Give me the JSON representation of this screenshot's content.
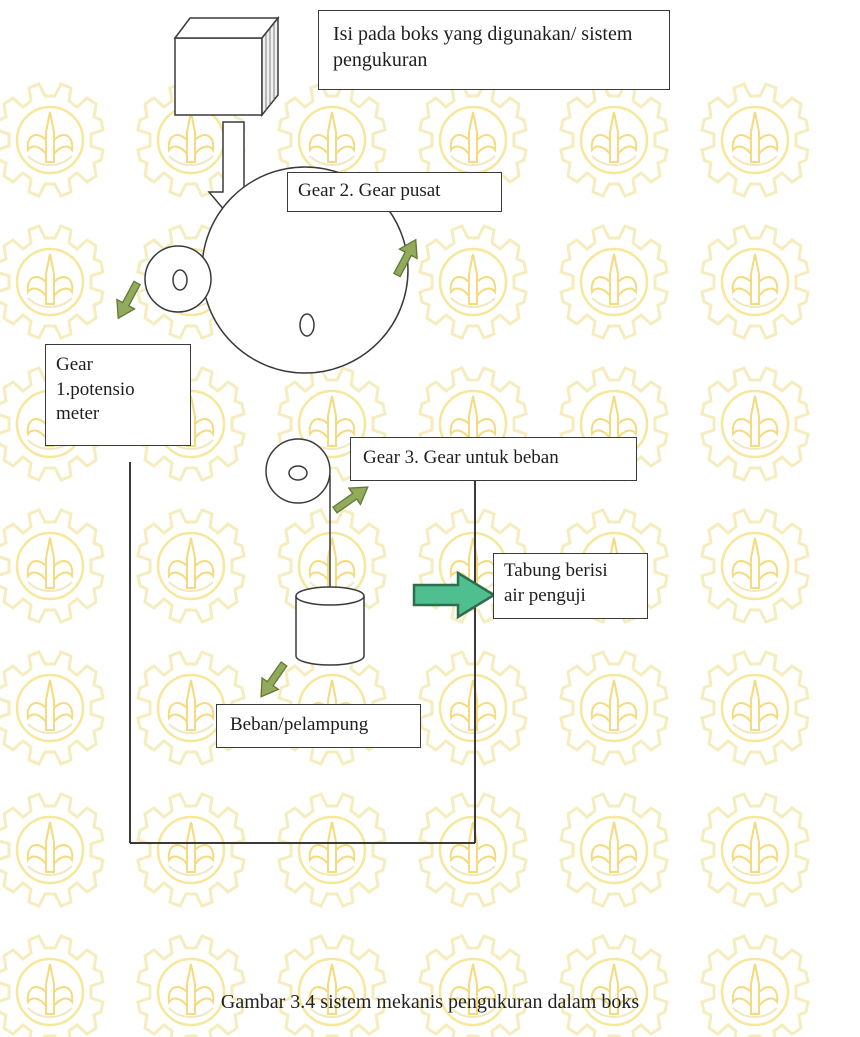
{
  "labels": {
    "box_contents": "Isi pada boks yang digunakan/ sistem pengukuran",
    "gear2": "Gear 2. Gear pusat",
    "gear1": "Gear\n1.potensio\nmeter",
    "gear3": "Gear 3. Gear untuk beban",
    "tube": "Tabung berisi\nair penguji",
    "float": "Beban/pelampung"
  },
  "caption": "Gambar 3.4 sistem mekanis pengukuran dalam boks",
  "colors": {
    "line": "#3a3a3a",
    "pointer_arrow_fill": "#93a95c",
    "pointer_arrow_stroke": "#5f7a35",
    "tube_arrow_fill": "#4fbf8f",
    "tube_arrow_stroke": "#2f6e4c",
    "watermark": "#f4e07a"
  },
  "icons": {
    "watermark": "its-emblem-watermark",
    "box": "cube-icon"
  }
}
